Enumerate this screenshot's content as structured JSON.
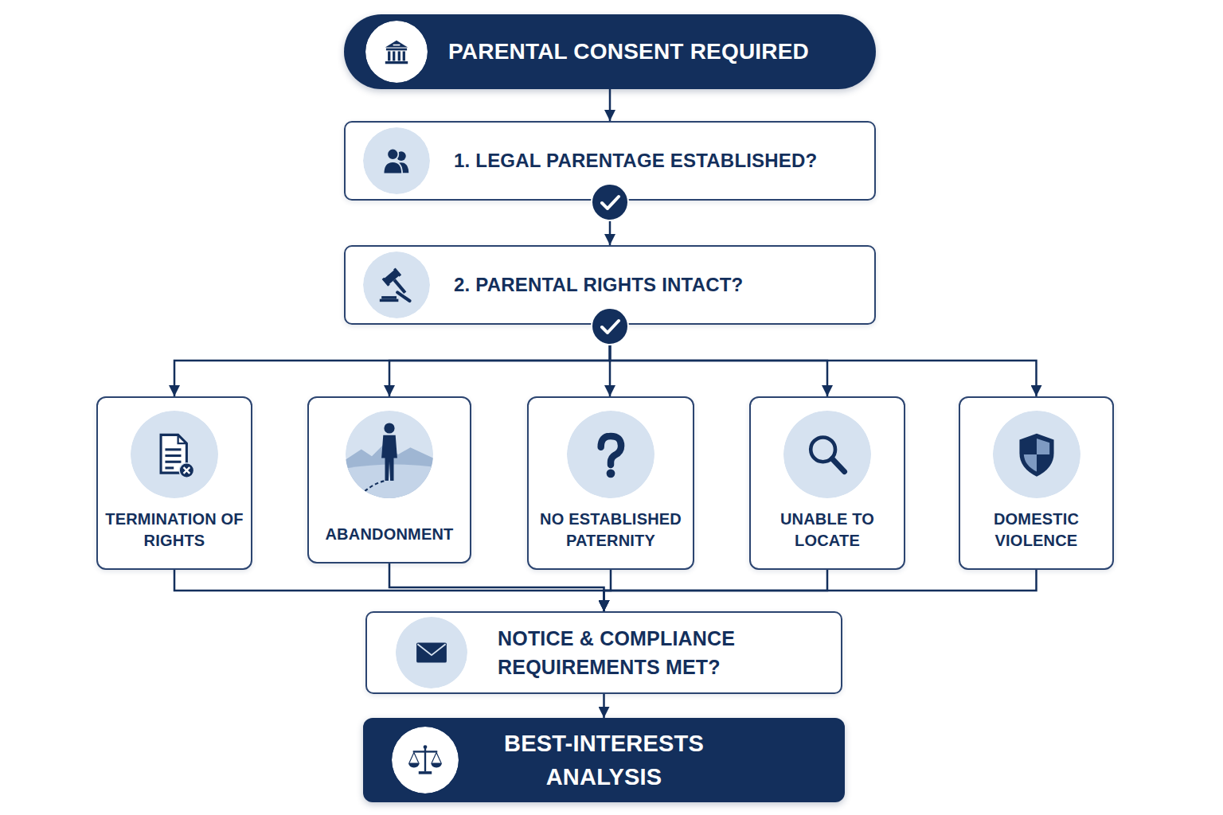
{
  "diagram": {
    "nodes": [
      {
        "text": [
          "PARENTAL CONSENT REQUIRED"
        ]
      },
      {
        "text": [
          "1. LEGAL PARENTAGE ESTABLISHED?"
        ]
      },
      {
        "text": [
          "2. PARENTAL RIGHTS INTACT?"
        ]
      },
      {
        "text": [
          "TERMINATION OF RIGHTS"
        ]
      },
      {
        "text": [
          "ABANDONMENT"
        ]
      },
      {
        "text": [
          "NO ESTABLISHED PATERNITY"
        ]
      },
      {
        "text": [
          "UNABLE TO LOCATE"
        ]
      },
      {
        "text": [
          "DOMESTIC VIOLENCE"
        ]
      },
      {
        "text": [
          "NOTICE & COMPLIANCE REQUIREMENTS MET?"
        ]
      },
      {
        "text": [
          "BEST-INTERESTS ANALYSIS"
        ]
      }
    ],
    "edges": [
      {
        "from": 0,
        "to": 1,
        "arrow": "to"
      },
      {
        "from": 1,
        "to": 2,
        "arrow": "to"
      },
      {
        "from": 2,
        "to": 3,
        "arrow": "to"
      },
      {
        "from": 2,
        "to": 4,
        "arrow": "to"
      },
      {
        "from": 2,
        "to": 5,
        "arrow": "to"
      },
      {
        "from": 2,
        "to": 6,
        "arrow": "to"
      },
      {
        "from": 2,
        "to": 7,
        "arrow": "to"
      },
      {
        "from": 3,
        "to": 8,
        "arrow": "to"
      },
      {
        "from": 4,
        "to": 8,
        "arrow": "to"
      },
      {
        "from": 5,
        "to": 8,
        "arrow": "to"
      },
      {
        "from": 6,
        "to": 8,
        "arrow": "to"
      },
      {
        "from": 7,
        "to": 8,
        "arrow": "to"
      },
      {
        "from": 8,
        "to": 9,
        "arrow": "to"
      }
    ]
  }
}
